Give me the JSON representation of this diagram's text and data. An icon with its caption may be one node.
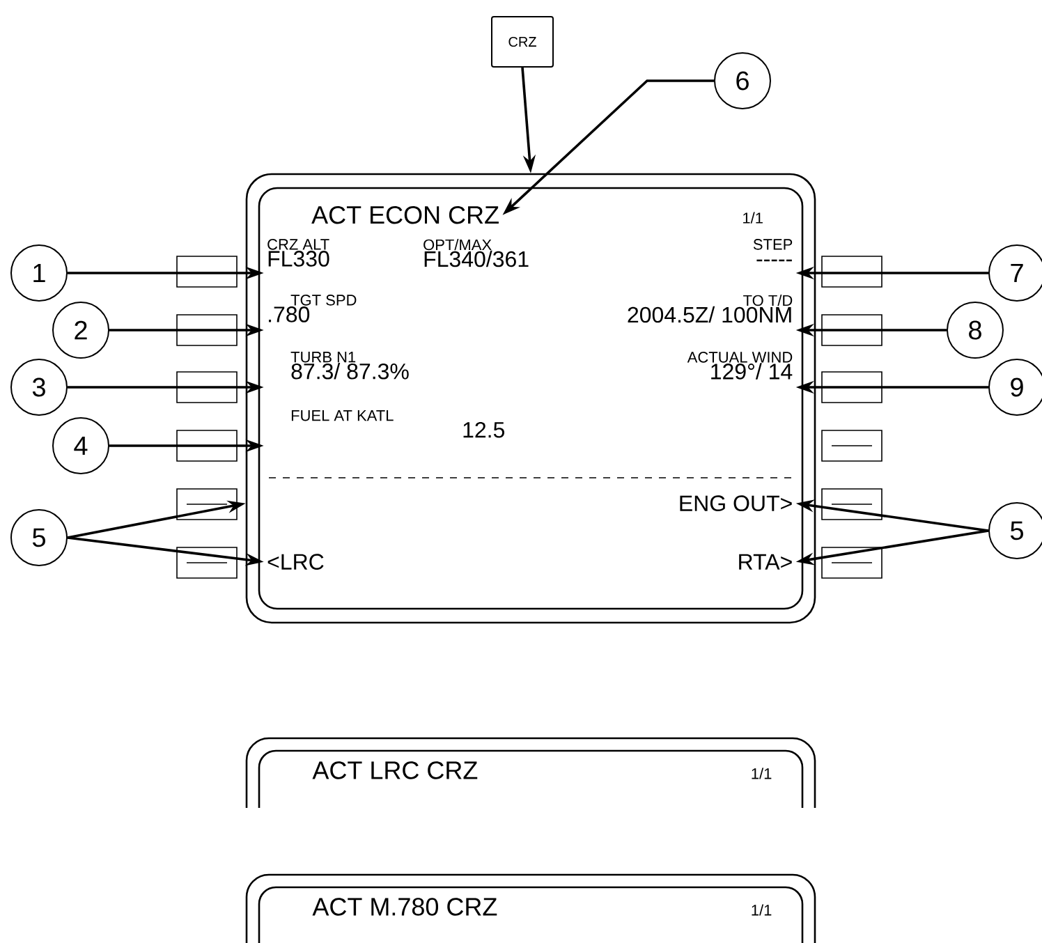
{
  "diagram": {
    "nodes": [
      {
        "text": [
          "CRZ"
        ]
      },
      {
        "text": [],
        "shape": "box"
      },
      {
        "text": [
          "ACT ECON CRZ"
        ],
        "in": 1
      },
      {
        "text": [
          "1/1"
        ],
        "in": 1
      },
      {
        "text": [
          "CRZ ALT",
          "FL330"
        ],
        "in": 1
      },
      {
        "text": [
          "OPT/MAX",
          "FL340/361"
        ],
        "in": 1
      },
      {
        "text": [
          "STEP",
          "-----"
        ],
        "in": 1
      },
      {
        "text": [
          "TGT SPD",
          ".780"
        ],
        "in": 1
      },
      {
        "text": [
          "TO T/D",
          "2004.5Z/ 100NM"
        ],
        "in": 1
      },
      {
        "text": [
          "TURB N1",
          "87.3/ 87.3%"
        ],
        "in": 1
      },
      {
        "text": [
          "ACTUAL WIND",
          "129°/ 14"
        ],
        "in": 1
      },
      {
        "text": [
          "FUEL AT KATL",
          "12.5"
        ],
        "in": 1
      },
      {
        "text": [
          "ENG OUT>"
        ],
        "in": 1
      },
      {
        "text": [
          "<LRC"
        ],
        "in": 1
      },
      {
        "text": [
          "RTA>"
        ],
        "in": 1
      },
      {
        "text": [
          "1"
        ]
      },
      {
        "text": [
          "2"
        ]
      },
      {
        "text": [
          "3"
        ]
      },
      {
        "text": [
          "4"
        ]
      },
      {
        "text": [
          "5"
        ]
      },
      {
        "text": [
          "6"
        ]
      },
      {
        "text": [
          "7"
        ]
      },
      {
        "text": [
          "8"
        ]
      },
      {
        "text": [
          "9"
        ]
      },
      {
        "text": [
          "5"
        ]
      },
      {
        "text": [
          "ACT LRC CRZ",
          "1/1"
        ]
      },
      {
        "text": [
          "ACT M.780 CRZ",
          "1/1"
        ]
      }
    ],
    "edges": [
      {
        "from": 0,
        "to": 1,
        "arrow": "to"
      },
      {
        "from": 15,
        "to": 4,
        "arrow": "to"
      },
      {
        "from": 16,
        "to": 7,
        "arrow": "to"
      },
      {
        "from": 17,
        "to": 9,
        "arrow": "to"
      },
      {
        "from": 18,
        "to": 11,
        "arrow": "to"
      },
      {
        "from": 19,
        "to": 1,
        "arrow": "to"
      },
      {
        "from": 19,
        "to": 13,
        "arrow": "to"
      },
      {
        "from": 20,
        "to": 2,
        "arrow": "to"
      },
      {
        "from": 21,
        "to": 6,
        "arrow": "to"
      },
      {
        "from": 22,
        "to": 8,
        "arrow": "to"
      },
      {
        "from": 23,
        "to": 10,
        "arrow": "to"
      },
      {
        "from": 24,
        "to": 12,
        "arrow": "to"
      },
      {
        "from": 24,
        "to": 14,
        "arrow": "to"
      }
    ]
  }
}
